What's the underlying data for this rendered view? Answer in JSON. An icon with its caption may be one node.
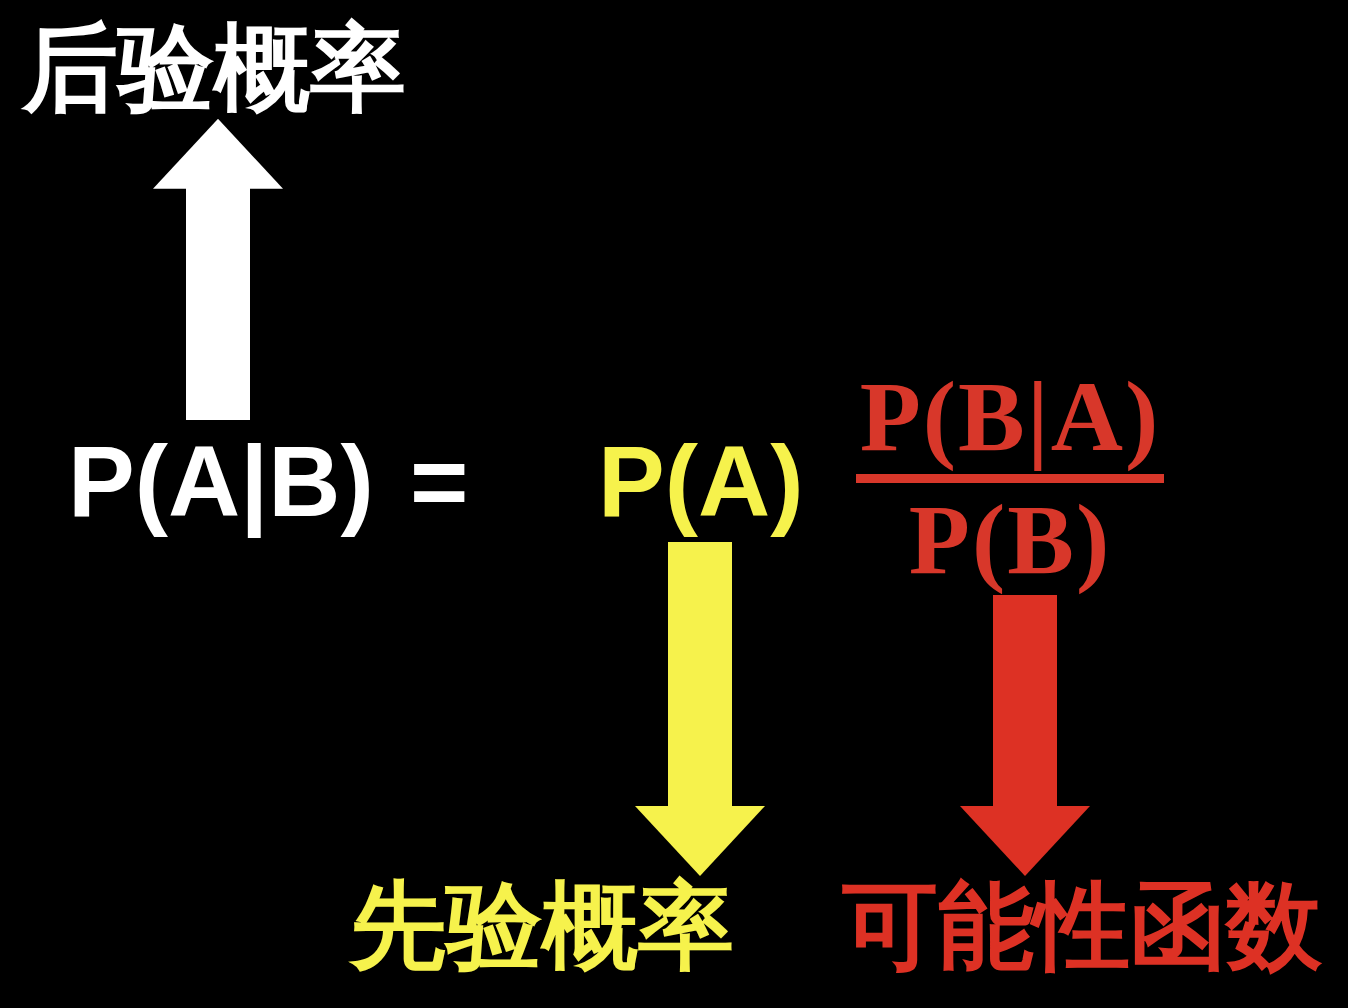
{
  "diagram": {
    "nodes": [
      {
        "text": [
          "后验概率"
        ]
      },
      {
        "text": [
          "P(A|B)"
        ]
      },
      {
        "text": [
          "P(A)"
        ]
      },
      {
        "text": [
          "P(B|A)",
          "P(B)"
        ]
      },
      {
        "text": [
          "先验概率"
        ]
      },
      {
        "text": [
          "可能性函数"
        ]
      }
    ],
    "edges": [
      {
        "from": 1,
        "to": 0,
        "arrow": "to",
        "color": "#ffffff"
      },
      {
        "from": 2,
        "to": 4,
        "arrow": "to",
        "color": "#f6f24c"
      },
      {
        "from": 3,
        "to": 5,
        "arrow": "to",
        "color": "#dd3124"
      }
    ],
    "labels": [
      "="
    ]
  }
}
